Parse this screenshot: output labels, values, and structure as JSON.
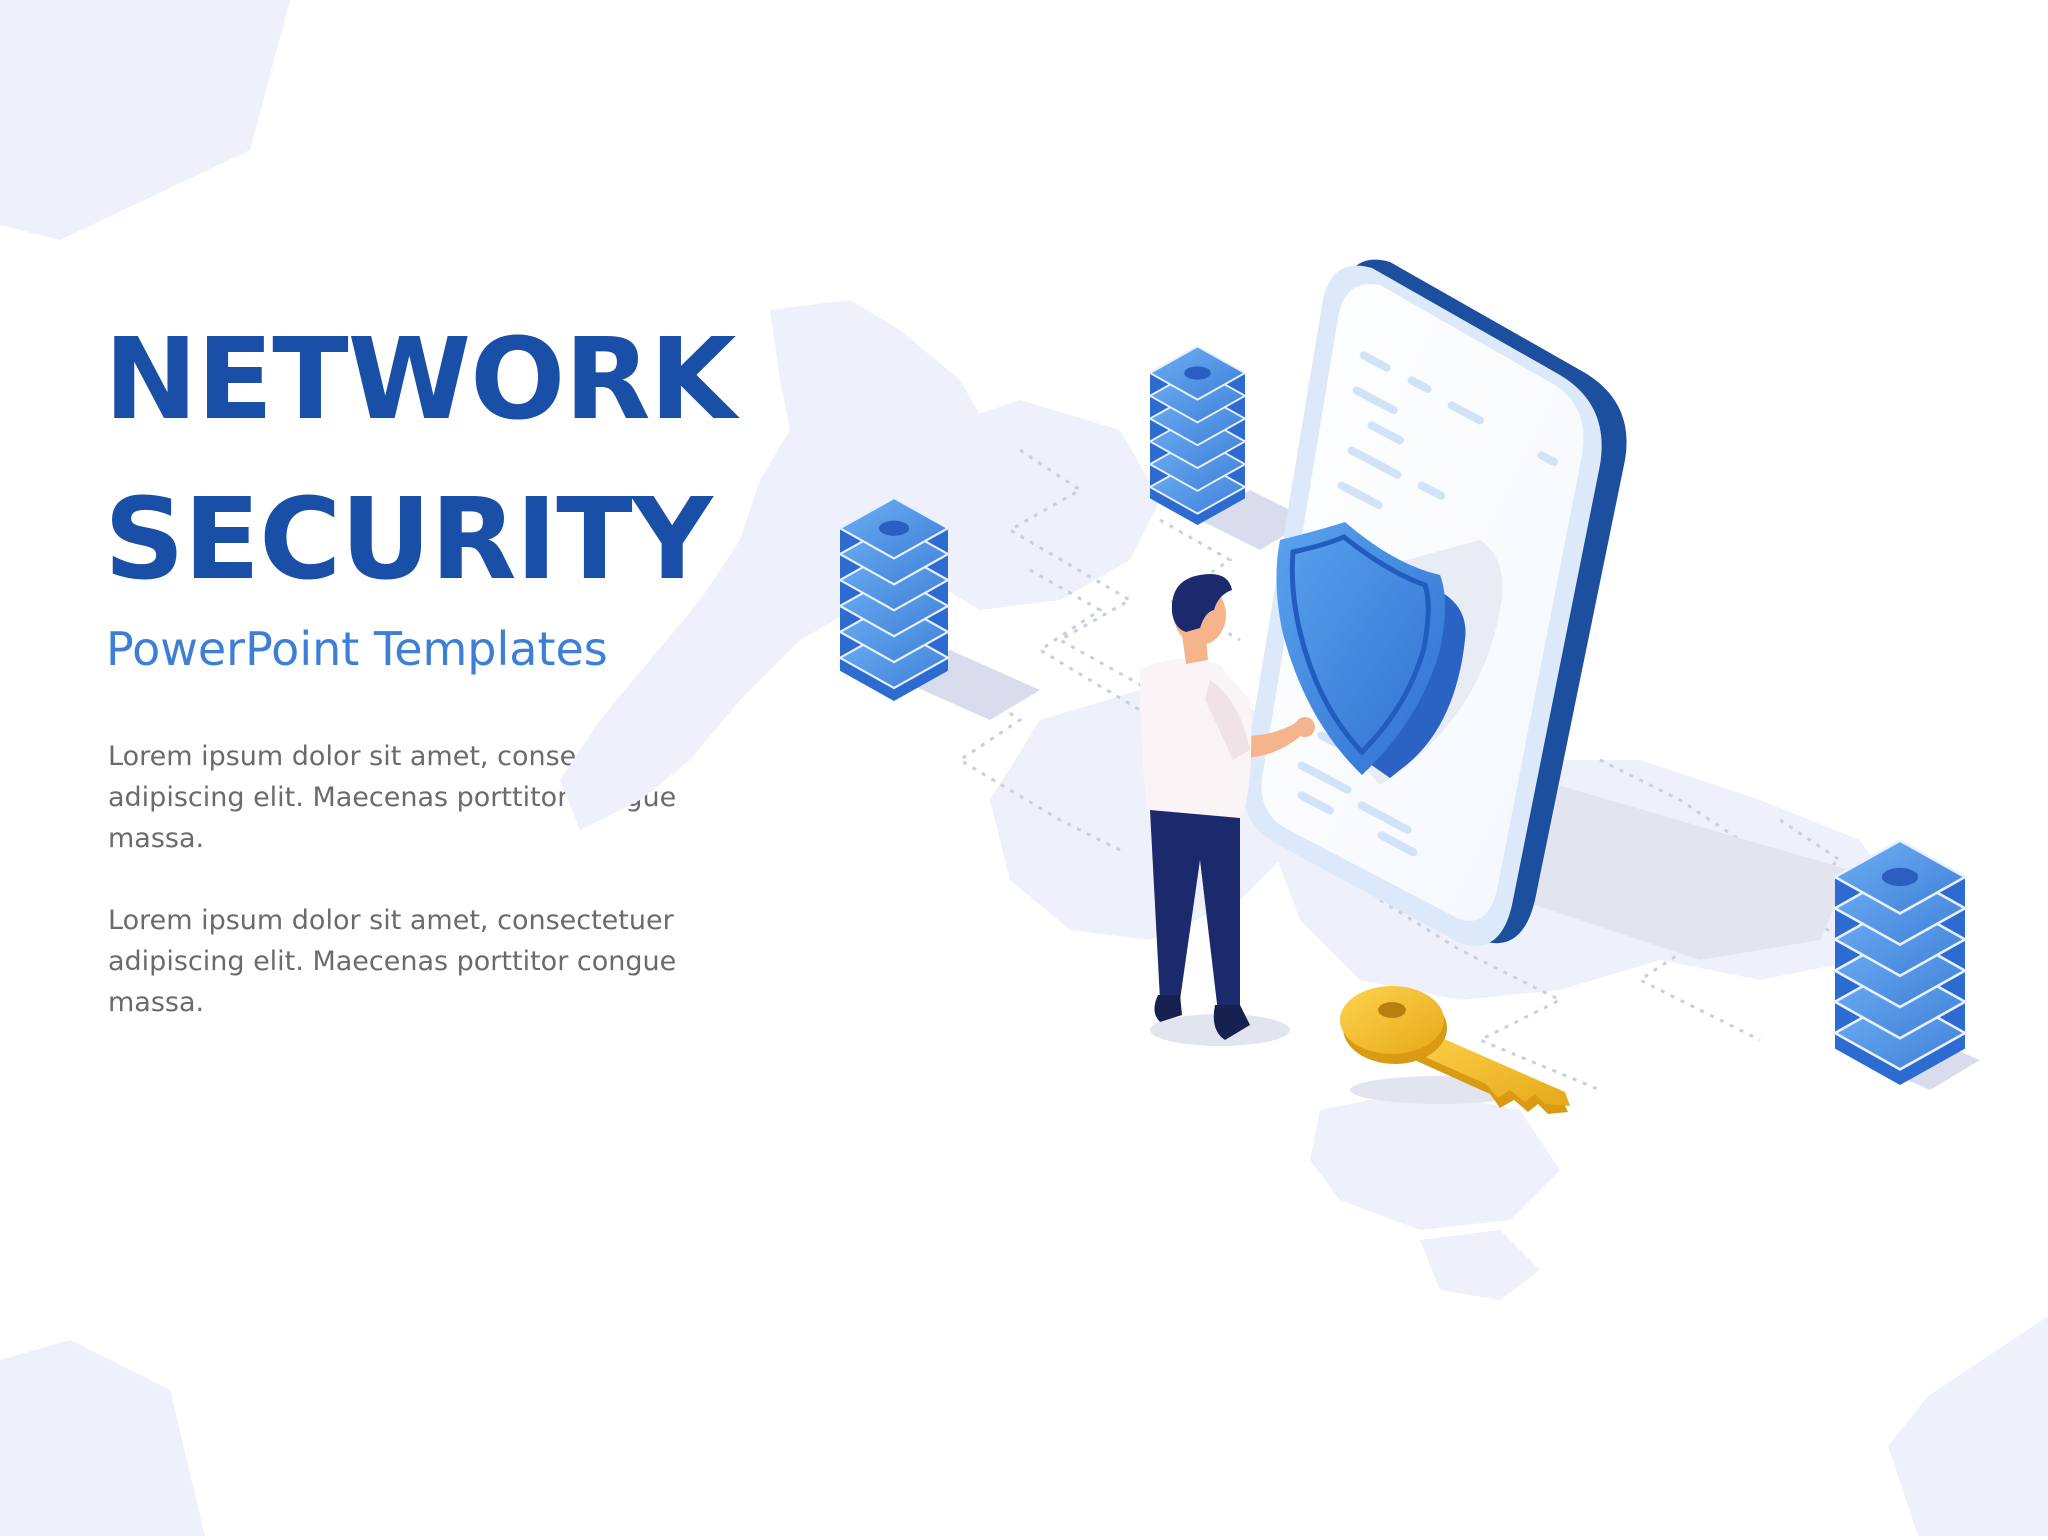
{
  "slide": {
    "title_line1": "NETWORK",
    "title_line2": "SECURITY",
    "subtitle": "PowerPoint Templates",
    "paragraphs": [
      "Lorem ipsum dolor sit amet, consectetuer adipiscing elit. Maecenas porttitor congue massa.",
      "Lorem ipsum dolor sit amet, consectetuer adipiscing elit. Maecenas porttitor congue massa."
    ]
  },
  "colors": {
    "title": "#1a4fa8",
    "subtitle": "#3d7fd6",
    "body_text": "#6b6b6b",
    "decor": "#eef0fb",
    "server_blue": "#4a8be0",
    "key_gold": "#f2c12e"
  },
  "icons": [
    "server-icon",
    "shield-icon",
    "key-icon",
    "phone-icon",
    "person-icon",
    "world-map"
  ]
}
